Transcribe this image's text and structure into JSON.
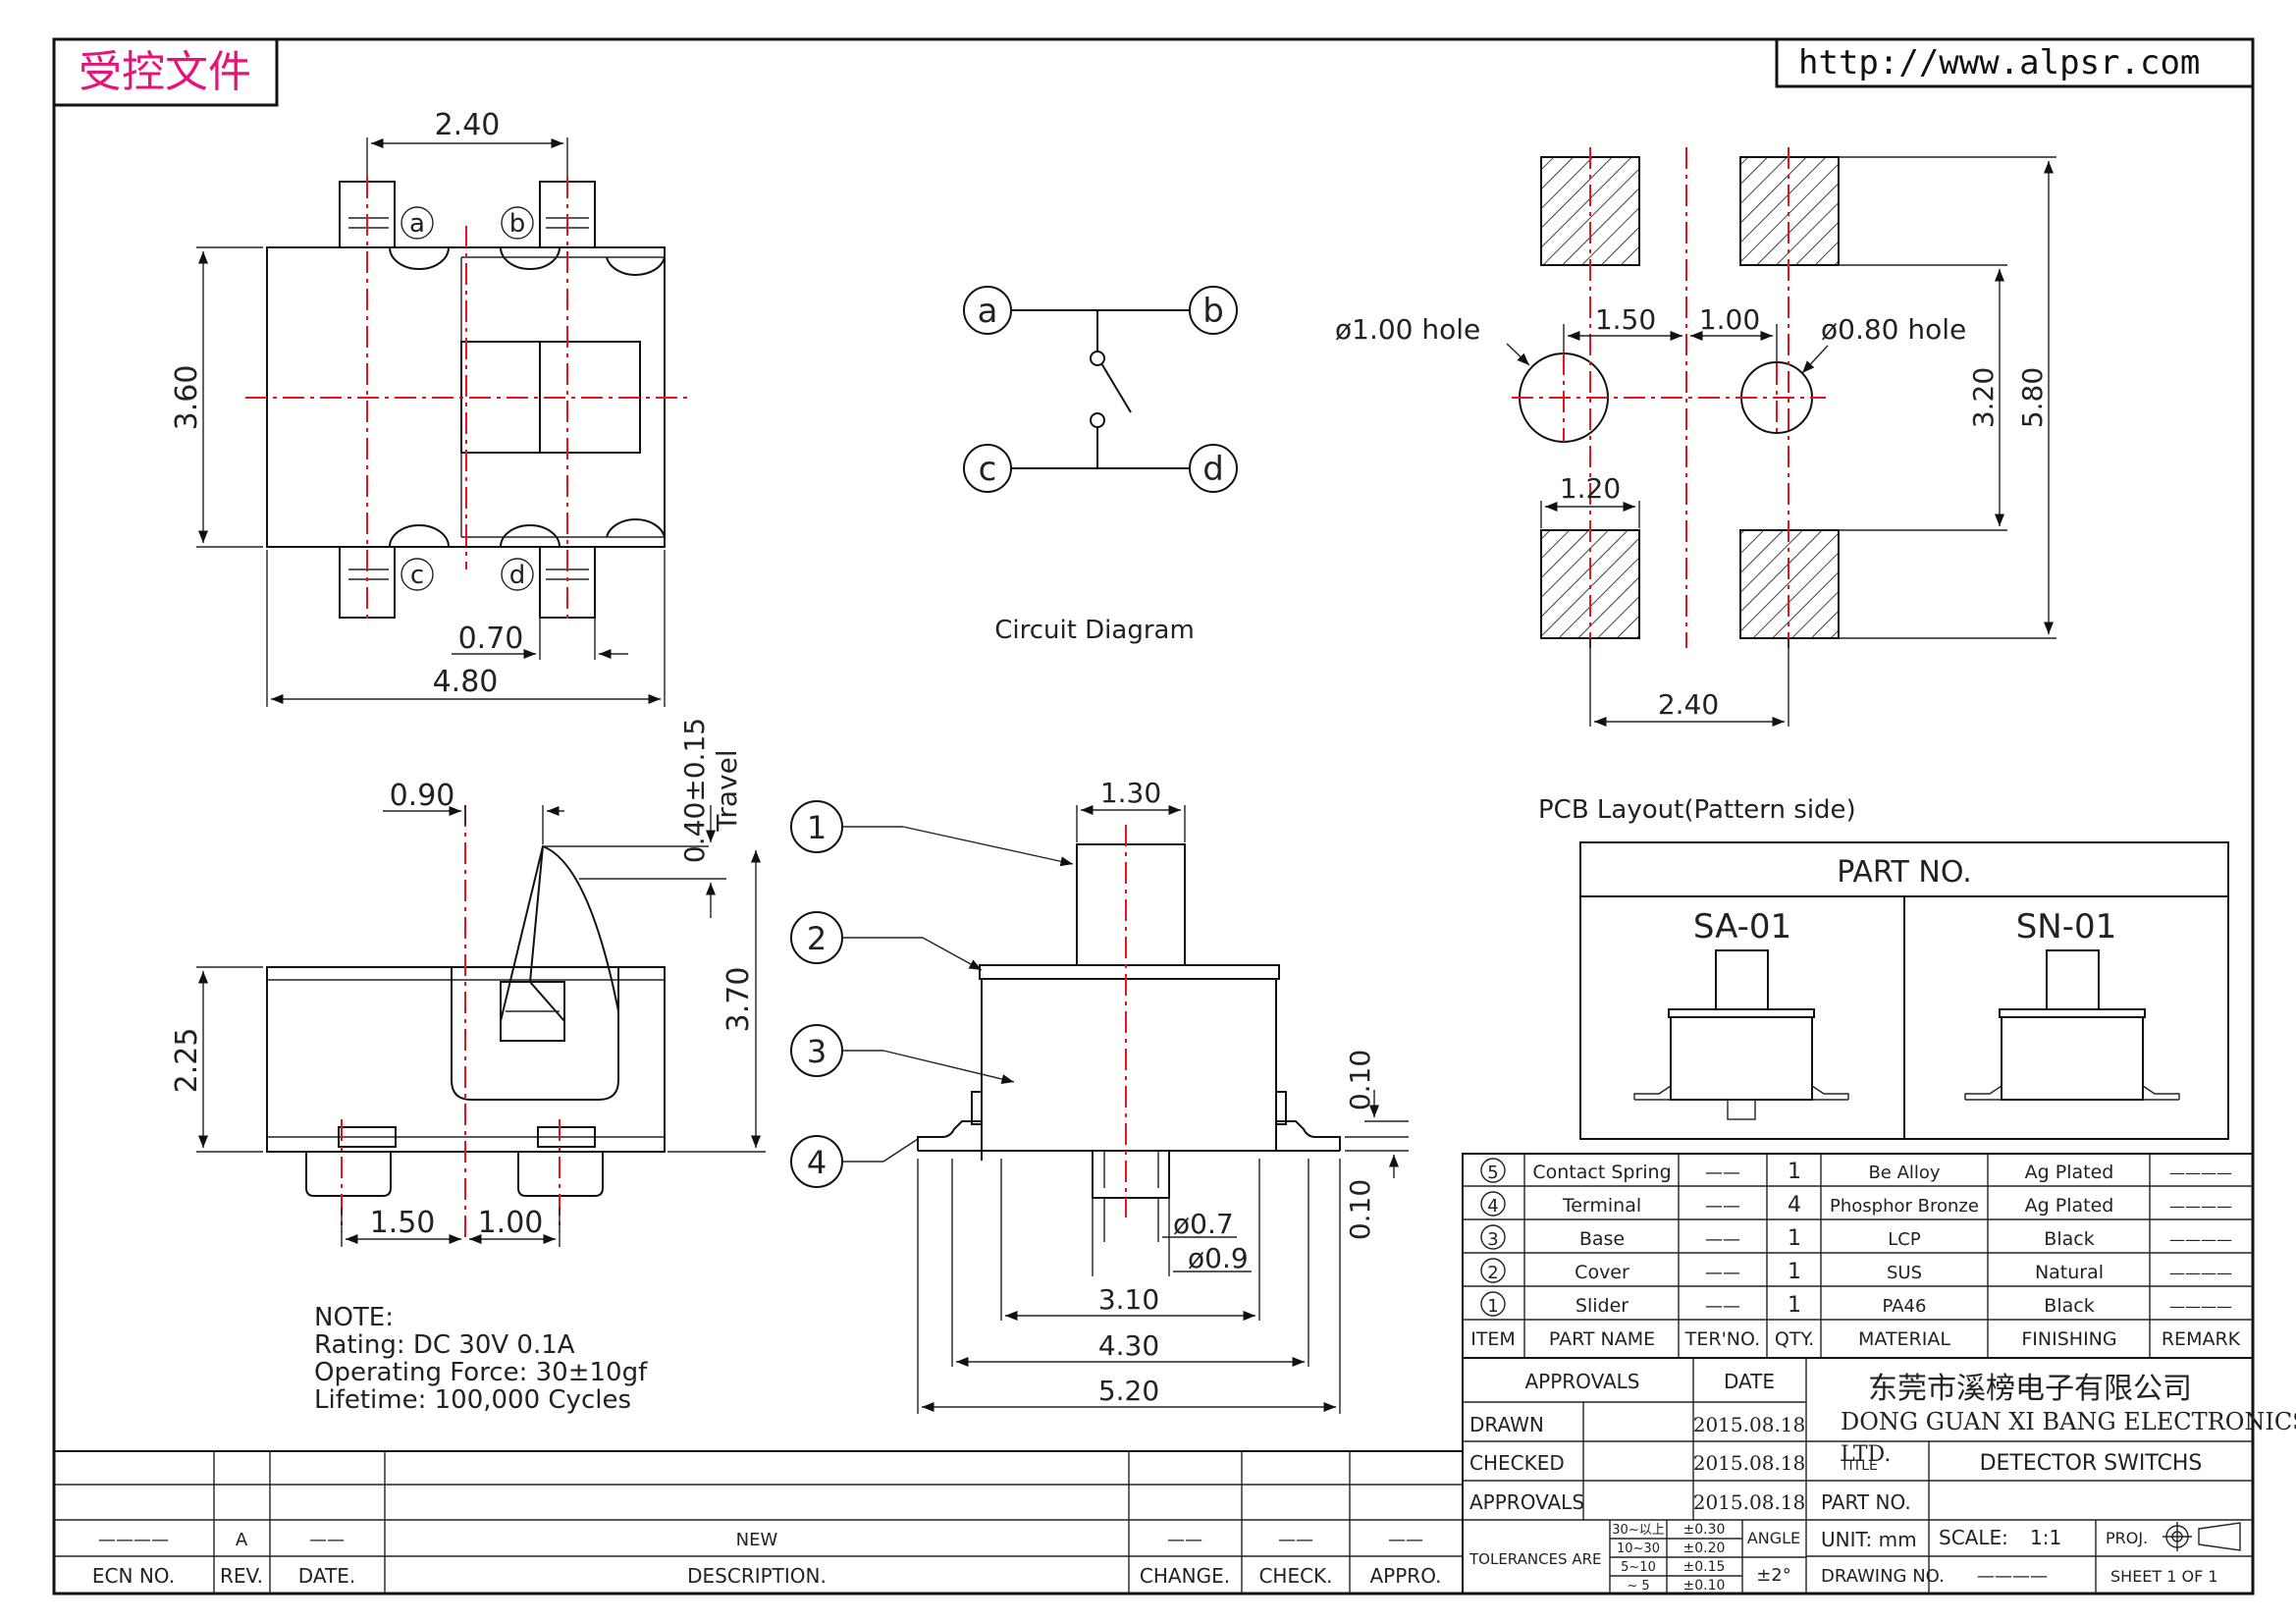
{
  "header": {
    "stamp": "受控文件",
    "url": "http://www.alpsr.com"
  },
  "dims": {
    "top_w_240": "2.40",
    "top_h_360": "3.60",
    "top_070": "0.70",
    "top_480": "4.80",
    "pin_a": "a",
    "pin_b": "b",
    "pin_c": "c",
    "pin_d": "d",
    "side_090": "0.90",
    "side_travel": "0.40±0.15",
    "side_travel_label": "Travel",
    "side_225": "2.25",
    "side_370": "3.70",
    "side_150": "1.50",
    "side_100": "1.00",
    "front_130": "1.30",
    "front_phi07": "ø0.7",
    "front_phi09": "ø0.9",
    "front_310": "3.10",
    "front_430": "4.30",
    "front_520": "5.20",
    "front_010a": "0.10",
    "front_010b": "0.10",
    "pcb_hole1": "ø1.00  hole",
    "pcb_hole2": "ø0.80  hole",
    "pcb_150": "1.50",
    "pcb_100": "1.00",
    "pcb_320": "3.20",
    "pcb_580": "5.80",
    "pcb_120": "1.20",
    "pcb_240": "2.40"
  },
  "balloons": [
    "1",
    "2",
    "3",
    "4"
  ],
  "labels": {
    "circuit": "Circuit  Diagram",
    "pcb": "PCB  Layout(Pattern  side)"
  },
  "note": {
    "title": "NOTE:",
    "rating": "Rating: DC  30V  0.1A",
    "force": "Operating  Force: 30±10gf",
    "life": "Lifetime: 100,000  Cycles"
  },
  "part_no": {
    "header": "PART  NO.",
    "left": "SA-01",
    "right": "SN-01"
  },
  "bom": {
    "rows": [
      {
        "item": "5",
        "name": "Contact  Spring",
        "ter": "——",
        "qty": "1",
        "material": "Be  Alloy",
        "finish": "Ag  Plated",
        "remark": "————"
      },
      {
        "item": "4",
        "name": "Terminal",
        "ter": "——",
        "qty": "4",
        "material": "Phosphor  Bronze",
        "finish": "Ag  Plated",
        "remark": "————"
      },
      {
        "item": "3",
        "name": "Base",
        "ter": "——",
        "qty": "1",
        "material": "LCP",
        "finish": "Black",
        "remark": "————"
      },
      {
        "item": "2",
        "name": "Cover",
        "ter": "——",
        "qty": "1",
        "material": "SUS",
        "finish": "Natural",
        "remark": "————"
      },
      {
        "item": "1",
        "name": "Slider",
        "ter": "——",
        "qty": "1",
        "material": "PA46",
        "finish": "Black",
        "remark": "————"
      }
    ],
    "headers": {
      "item": "ITEM",
      "name": "PART  NAME",
      "ter": "TER'NO.",
      "qty": "QTY.",
      "material": "MATERIAL",
      "finish": "FINISHING",
      "remark": "REMARK"
    }
  },
  "title_block": {
    "approvals": "APPROVALS",
    "date": "DATE",
    "company_cn": "东莞市溪榜电子有限公司",
    "company_en": "DONG  GUAN  XI  BANG  ELECTRONICS  CO.,",
    "company_en2": "LTD.",
    "drawn": "DRAWN",
    "checked": "CHECKED",
    "approvals2": "APPROVALS",
    "date1": "2015.08.18",
    "date2": "2015.08.18",
    "date3": "2015.08.18",
    "title_lbl": "TITLE",
    "title": "DETECTOR  SWITCHS",
    "part_no": "PART  NO.",
    "tolerances": "TOLERANCES  ARE",
    "tol_r1": "30~以上",
    "tol_r2": "10~30",
    "tol_r3": "5~10",
    "tol_r4": "~  5",
    "tol_v1": "±0.30",
    "tol_v2": "±0.20",
    "tol_v3": "±0.15",
    "tol_v4": "±0.10",
    "angle": "ANGLE",
    "angle_v": "±2°",
    "unit": "UNIT:  mm",
    "scale": "SCALE:",
    "scale_v": "1:1",
    "proj": "PROJ.",
    "drawing_no": "DRAWING  NO.",
    "drawing_no_v": "————",
    "sheet": "SHEET   1  OF  1"
  },
  "revision": {
    "ecn": "ECN  NO.",
    "rev": "REV.",
    "date": "DATE.",
    "desc": "DESCRIPTION.",
    "change": "CHANGE.",
    "check": "CHECK.",
    "appro": "APPRO.",
    "row_ecn": "————",
    "row_rev": "A",
    "row_date": "——",
    "row_desc": "NEW",
    "row_change": "——",
    "row_check": "——",
    "row_appro": "——"
  }
}
